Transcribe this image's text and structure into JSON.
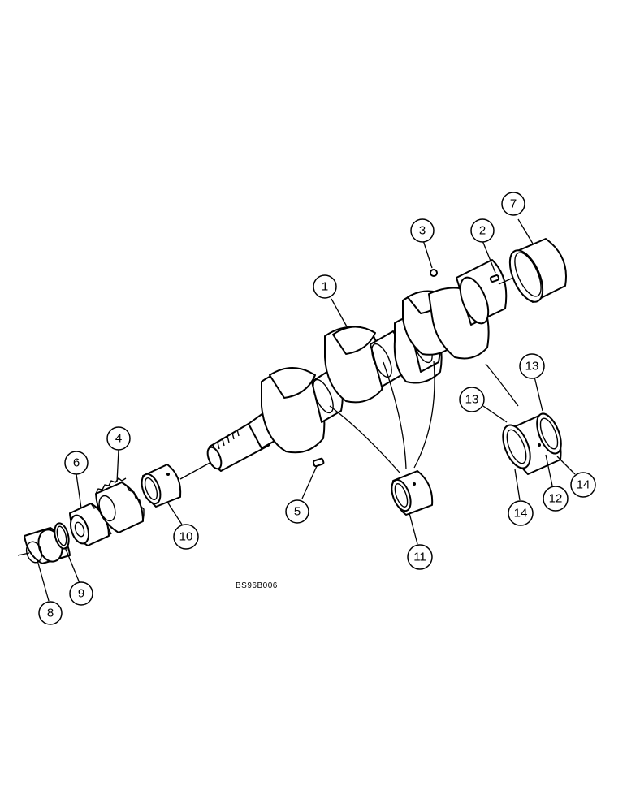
{
  "figure_code": "BS96B006",
  "callouts": [
    {
      "number": "1"
    },
    {
      "number": "2"
    },
    {
      "number": "3"
    },
    {
      "number": "4"
    },
    {
      "number": "5"
    },
    {
      "number": "6"
    },
    {
      "number": "7"
    },
    {
      "number": "8"
    },
    {
      "number": "9"
    },
    {
      "number": "10"
    },
    {
      "number": "11"
    },
    {
      "number": "12"
    },
    {
      "number": "13"
    },
    {
      "number": "13"
    },
    {
      "number": "14"
    },
    {
      "number": "14"
    }
  ]
}
